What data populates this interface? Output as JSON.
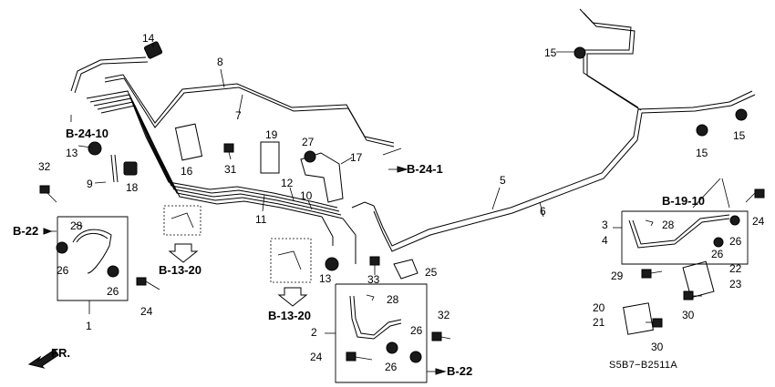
{
  "diagram": {
    "callouts": [
      {
        "id": "c14a",
        "text": "14"
      },
      {
        "id": "c8",
        "text": "8"
      },
      {
        "id": "c7",
        "text": "7"
      },
      {
        "id": "c15a",
        "text": "15"
      },
      {
        "id": "c15b",
        "text": "15"
      },
      {
        "id": "c15c",
        "text": "15"
      },
      {
        "id": "c13a",
        "text": "13"
      },
      {
        "id": "c13b",
        "text": "13"
      },
      {
        "id": "c9",
        "text": "9"
      },
      {
        "id": "c18",
        "text": "18"
      },
      {
        "id": "c16",
        "text": "16"
      },
      {
        "id": "c31",
        "text": "31"
      },
      {
        "id": "c19",
        "text": "19"
      },
      {
        "id": "c27",
        "text": "27"
      },
      {
        "id": "c17",
        "text": "17"
      },
      {
        "id": "c32a",
        "text": "32"
      },
      {
        "id": "c32b",
        "text": "32"
      },
      {
        "id": "c12",
        "text": "12"
      },
      {
        "id": "c10",
        "text": "10"
      },
      {
        "id": "c11",
        "text": "11"
      },
      {
        "id": "c5",
        "text": "5"
      },
      {
        "id": "c6",
        "text": "6"
      },
      {
        "id": "c28a",
        "text": "28"
      },
      {
        "id": "c28b",
        "text": "28"
      },
      {
        "id": "c28c",
        "text": "28"
      },
      {
        "id": "c26a",
        "text": "26"
      },
      {
        "id": "c26b",
        "text": "26"
      },
      {
        "id": "c26c",
        "text": "26"
      },
      {
        "id": "c26d",
        "text": "26"
      },
      {
        "id": "c26e",
        "text": "26"
      },
      {
        "id": "c26f",
        "text": "26"
      },
      {
        "id": "c24a",
        "text": "24"
      },
      {
        "id": "c24b",
        "text": "24"
      },
      {
        "id": "c24c",
        "text": "24"
      },
      {
        "id": "c1",
        "text": "1"
      },
      {
        "id": "c2",
        "text": "2"
      },
      {
        "id": "c3",
        "text": "3"
      },
      {
        "id": "c4",
        "text": "4"
      },
      {
        "id": "c33",
        "text": "33"
      },
      {
        "id": "c25",
        "text": "25"
      },
      {
        "id": "c29",
        "text": "29"
      },
      {
        "id": "c22",
        "text": "22"
      },
      {
        "id": "c23",
        "text": "23"
      },
      {
        "id": "c20",
        "text": "20"
      },
      {
        "id": "c21",
        "text": "21"
      },
      {
        "id": "c30a",
        "text": "30"
      },
      {
        "id": "c30b",
        "text": "30"
      }
    ],
    "references": [
      {
        "id": "r2410",
        "text": "B-24-10"
      },
      {
        "id": "r241",
        "text": "B-24-1"
      },
      {
        "id": "r1910",
        "text": "B-19-10"
      },
      {
        "id": "r22a",
        "text": "B-22"
      },
      {
        "id": "r22b",
        "text": "B-22"
      },
      {
        "id": "r1320a",
        "text": "B-13-20"
      },
      {
        "id": "r1320b",
        "text": "B-13-20"
      }
    ],
    "direction_label": "FR.",
    "diagram_code": "S5B7−B2511A"
  }
}
